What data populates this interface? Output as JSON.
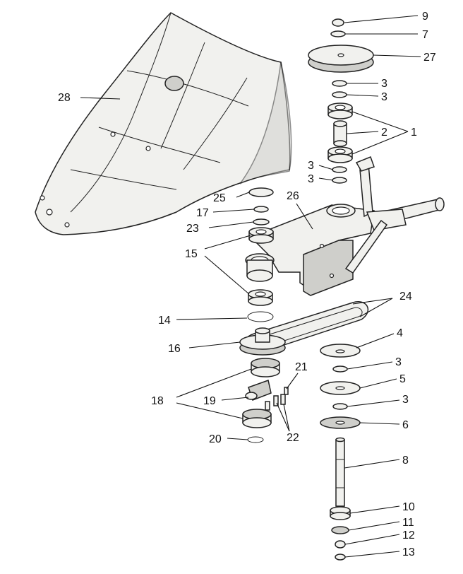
{
  "callouts": {
    "c1": "1",
    "c2": "2",
    "c3a": "3",
    "c3b": "3",
    "c3c": "3",
    "c3d": "3",
    "c3e": "3",
    "c3f": "3",
    "c4": "4",
    "c5": "5",
    "c6": "6",
    "c7": "7",
    "c8": "8",
    "c9": "9",
    "c10": "10",
    "c11": "11",
    "c12": "12",
    "c13": "13",
    "c14": "14",
    "c15": "15",
    "c16": "16",
    "c17": "17",
    "c18": "18",
    "c19": "19",
    "c20": "20",
    "c21": "21",
    "c22": "22",
    "c23": "23",
    "c24": "24",
    "c25": "25",
    "c26": "26",
    "c27": "27",
    "c28": "28"
  }
}
